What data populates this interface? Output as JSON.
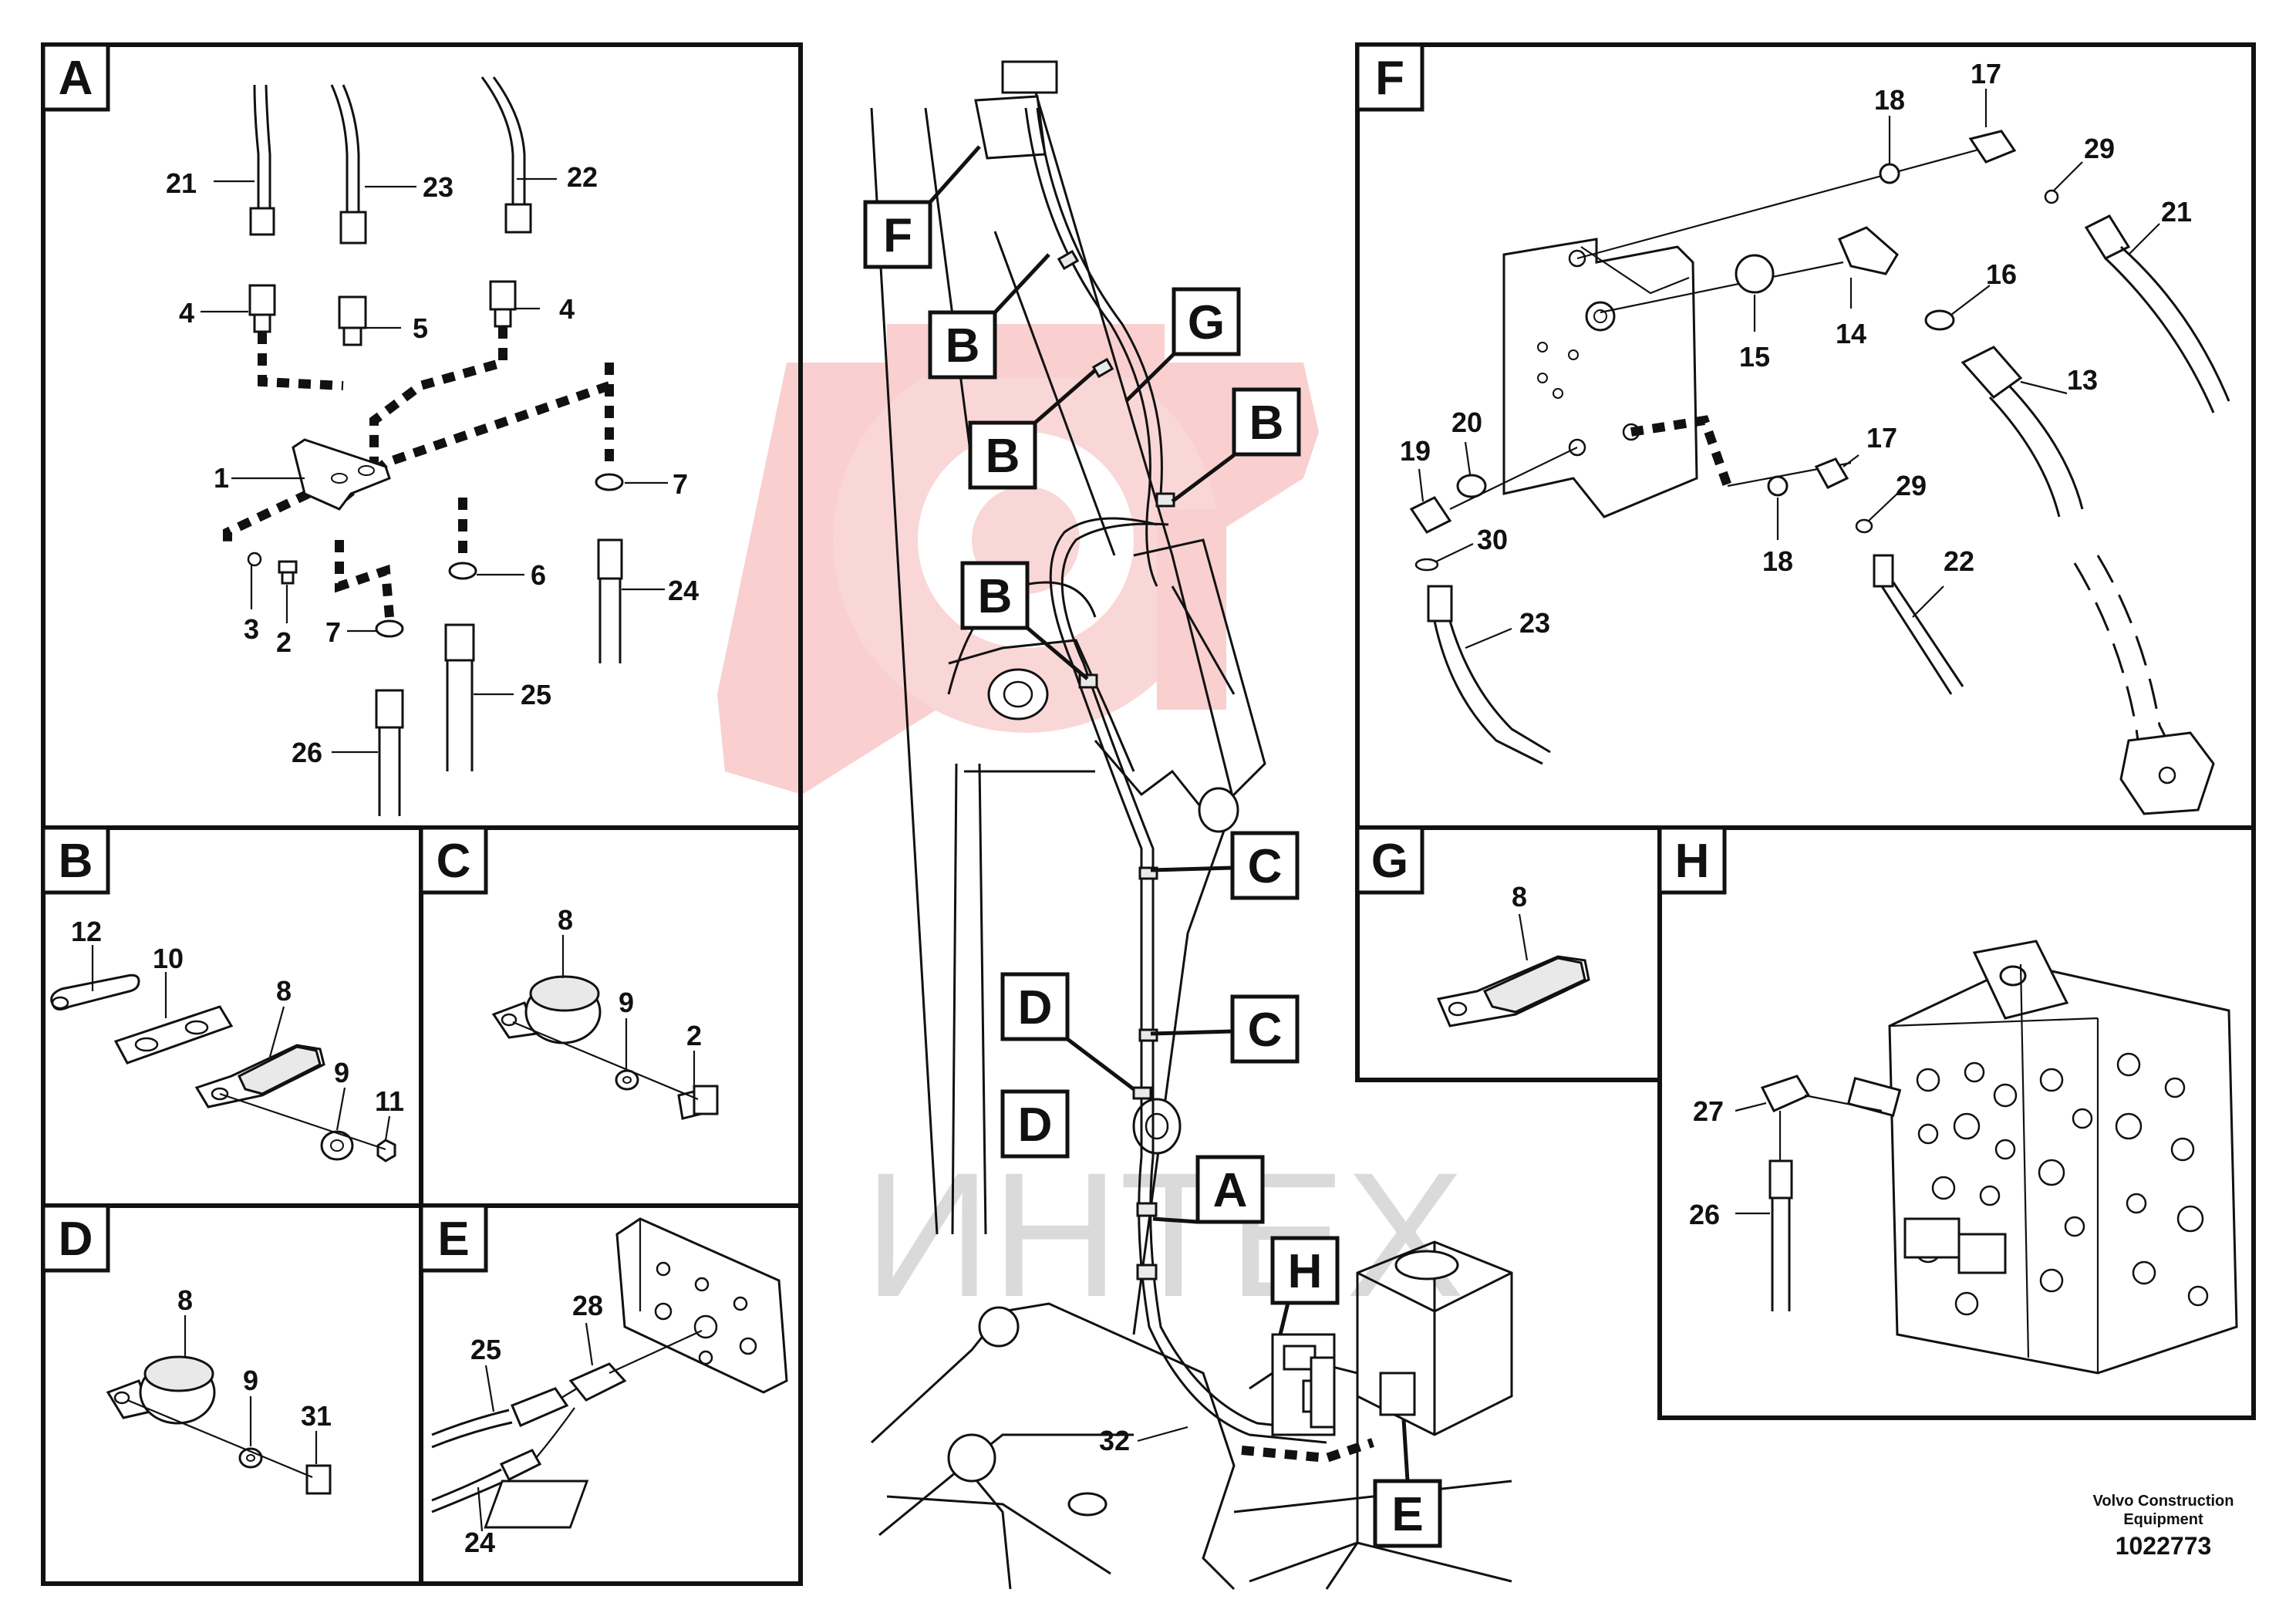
{
  "panels": {
    "A": {
      "letter": "A"
    },
    "B": {
      "letter": "B"
    },
    "C": {
      "letter": "C"
    },
    "D": {
      "letter": "D"
    },
    "E": {
      "letter": "E"
    },
    "F": {
      "letter": "F"
    },
    "G": {
      "letter": "G"
    },
    "H": {
      "letter": "H"
    }
  },
  "part_numbers": {
    "a21": "21",
    "a23": "23",
    "a22": "22",
    "a4l": "4",
    "a5": "5",
    "a4r": "4",
    "a1": "1",
    "a7r": "7",
    "a6": "6",
    "a3": "3",
    "a2": "2",
    "a7l": "7",
    "a24": "24",
    "a25": "25",
    "a26": "26",
    "b12": "12",
    "b10": "10",
    "b8": "8",
    "b9": "9",
    "b11": "11",
    "c8": "8",
    "c9": "9",
    "c2": "2",
    "d8": "8",
    "d9": "9",
    "d31": "31",
    "e28": "28",
    "e25": "25",
    "e24": "24",
    "f18a": "18",
    "f17a": "17",
    "f29a": "29",
    "f21": "21",
    "f16": "16",
    "f15": "15",
    "f14": "14",
    "f13": "13",
    "f19": "19",
    "f20": "20",
    "f17b": "17",
    "f29b": "29",
    "f30": "30",
    "f18b": "18",
    "f22": "22",
    "f23": "23",
    "g8": "8",
    "h27": "27",
    "h26": "26",
    "m32": "32"
  },
  "callouts": {
    "F": "F",
    "B1": "B",
    "G": "G",
    "B2": "B",
    "B3": "B",
    "B4": "B",
    "C1": "C",
    "C2": "C",
    "D1": "D",
    "D2": "D",
    "A": "A",
    "H": "H",
    "E": "E"
  },
  "watermark": {
    "text": "ИНТЕХ",
    "logo_color": "#f4a0a0"
  },
  "caption": {
    "maker": "Volvo Construction",
    "line2": "Equipment",
    "number": "1022773"
  }
}
